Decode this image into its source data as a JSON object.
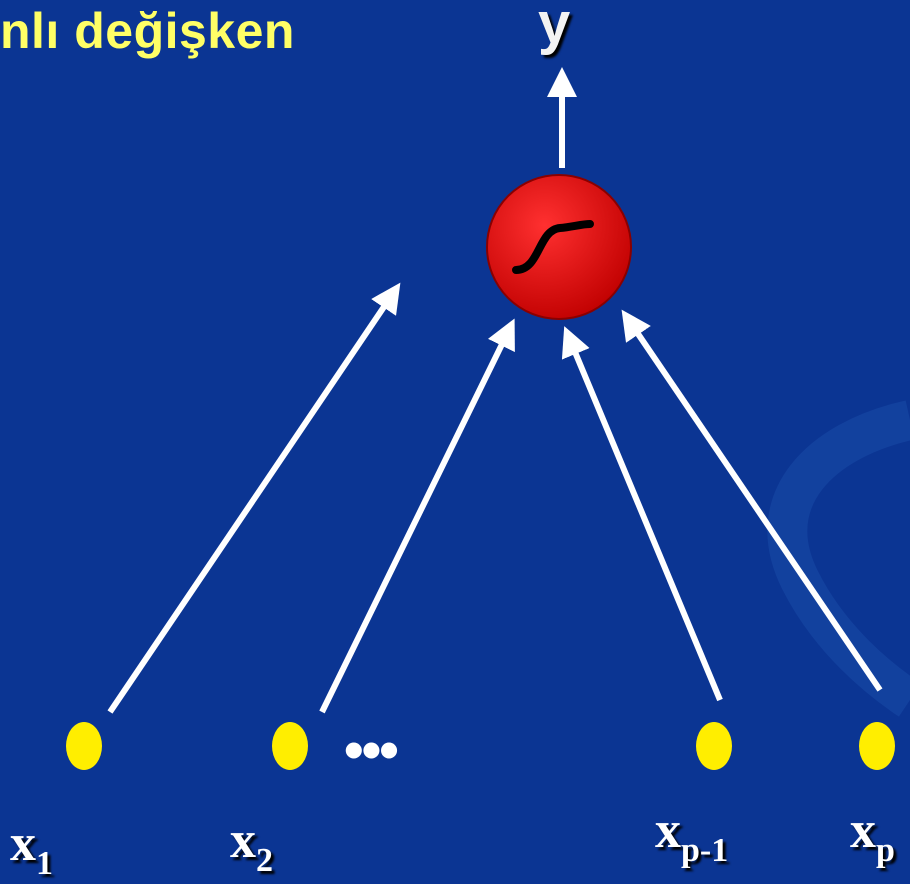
{
  "title": "nlı değişken",
  "output": {
    "label": "y"
  },
  "neuron": {
    "activation_icon": "sigmoid-icon",
    "fill": "#e00000"
  },
  "inputs": [
    {
      "name": "x",
      "sub": "1"
    },
    {
      "name": "x",
      "sub": "2"
    },
    {
      "name": "x",
      "sub": "p-1"
    },
    {
      "name": "x",
      "sub": "p"
    }
  ],
  "ellipsis": "•••",
  "colors": {
    "background": "#0b3593",
    "title": "#ffff66",
    "node": "#ffee00",
    "arrow": "#ffffff"
  }
}
